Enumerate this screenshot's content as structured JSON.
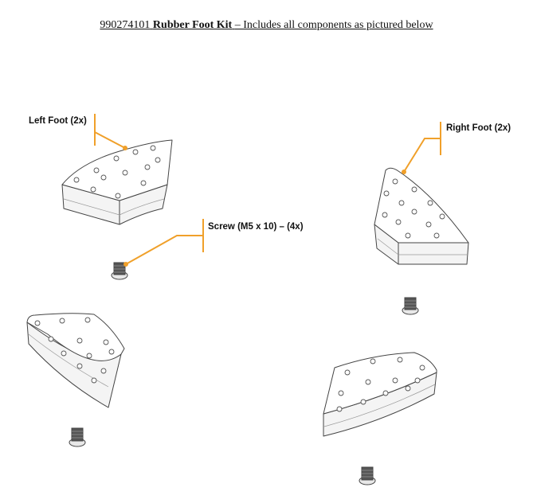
{
  "header": {
    "part_number": "990274101",
    "kit_name": "Rubber Foot Kit",
    "description": "– Includes all components as pictured below"
  },
  "callouts": {
    "left_foot": "Left Foot (2x)",
    "right_foot": "Right Foot (2x)",
    "screw": "Screw (M5 x 10) – (4x)"
  },
  "colors": {
    "callout": "#f0a02a",
    "outline": "#444444",
    "shade": "#f2f2f2"
  }
}
